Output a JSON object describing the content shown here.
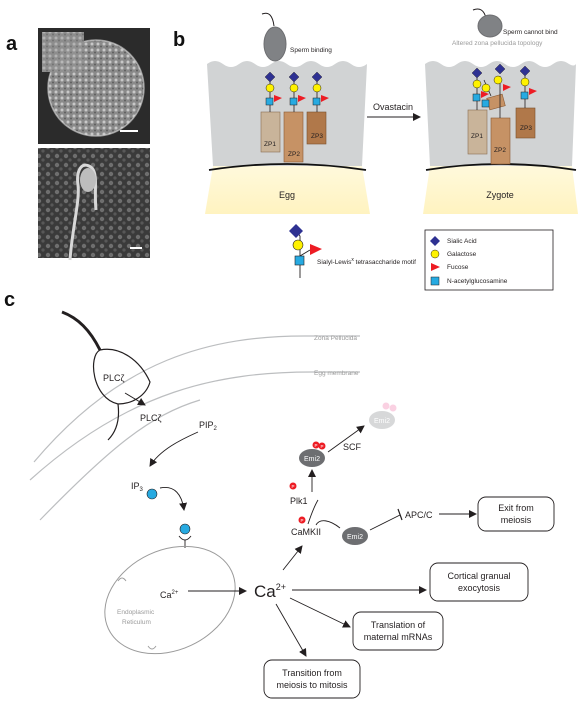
{
  "panels": {
    "a": "a",
    "b": "b",
    "c": "c"
  },
  "panel_b": {
    "sperm_binding": "Sperm binding",
    "sperm_cannot_bind": "Sperm cannot bind",
    "altered_zona": "Altered zona pellucida topology",
    "ovastacin": "Ovastacin",
    "egg": "Egg",
    "zygote": "Zygote",
    "zp1": "ZP1",
    "zp2": "ZP2",
    "zp3": "ZP3",
    "motif_label_prefix": "Sialyl-Lewis",
    "motif_label_sup": "x",
    "motif_label_suffix": " tetrasaccharide motif",
    "legend": [
      {
        "label": "Sialic Acid",
        "color": "#2e3192",
        "shape": "diamond"
      },
      {
        "label": "Galactose",
        "color": "#fff200",
        "shape": "circle"
      },
      {
        "label": "Fucose",
        "color": "#ed1c24",
        "shape": "triangle"
      },
      {
        "label": "N-acetylglucosamine",
        "color": "#27aae1",
        "shape": "square"
      }
    ],
    "colors": {
      "zona": "#d1d3d4",
      "egg": "#fff5c8",
      "zp1": "#c9b49a",
      "zp2": "#c69265",
      "zp3": "#b0784a"
    }
  },
  "panel_c": {
    "zona_pellucida": "Zona Pellucida",
    "egg_membrane": "Egg membrane",
    "plc_sperm": "PLCζ",
    "plc_free": "PLCζ",
    "pip": "PIP",
    "pip_sub": "2",
    "ip": "IP",
    "ip_sub": "3",
    "ca_er": "Ca",
    "ca_er_sup": "2+",
    "er_line1": "Endoplasmic",
    "er_line2": "Reticulum",
    "ca_big": "Ca",
    "ca_big_sup": "2+",
    "camkii": "CaMKII",
    "plk1": "Plk1",
    "emi2_a": "Emi2",
    "emi2_b": "Emi2",
    "emi2_c": "Emi2",
    "scf": "SCF",
    "apc": "APC/C",
    "p": "P",
    "boxes": {
      "exit_meiosis": [
        "Exit from",
        "meiosis"
      ],
      "cortical": [
        "Cortical granual",
        "exocytosis"
      ],
      "translation": [
        "Translation of",
        "maternal mRNAs"
      ],
      "transition": [
        "Transition from",
        "meiosis to mitosis"
      ]
    },
    "colors": {
      "ip3": "#27aae1",
      "phospho": "#ed1c24",
      "emi2": "#6d6e71",
      "lines_grey": "#bcbec0"
    }
  }
}
